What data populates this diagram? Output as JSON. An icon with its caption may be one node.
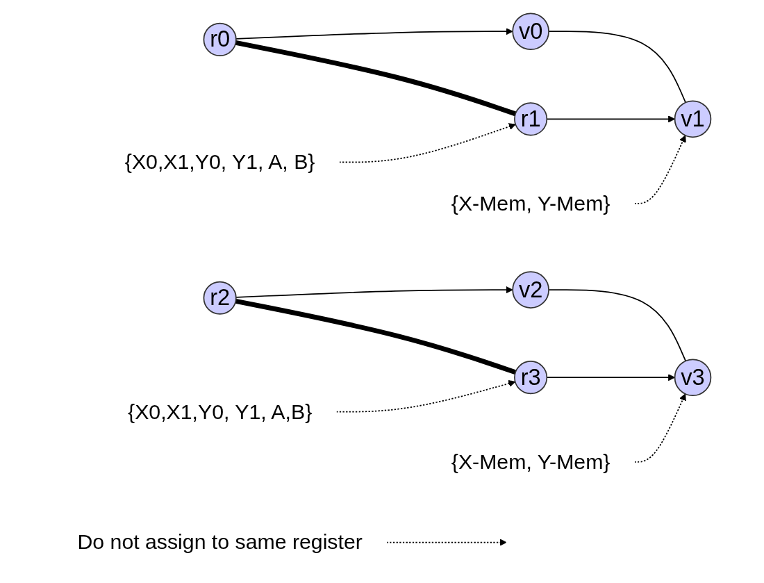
{
  "diagram": {
    "nodes": [
      {
        "text": [
          "v0"
        ]
      },
      {
        "text": [
          "v1"
        ]
      },
      {
        "text": [
          "{X-Mem, Y-Mem}"
        ]
      },
      {
        "text": [
          "r0"
        ]
      },
      {
        "text": [
          "r1"
        ]
      },
      {
        "text": [
          "{X0,X1,Y0, Y1, A, B}"
        ]
      },
      {
        "text": [
          "Do not assign to same register"
        ]
      },
      {
        "text": [
          "v2"
        ]
      },
      {
        "text": [
          "v3"
        ]
      },
      {
        "text": [
          "{X-Mem, Y-Mem}"
        ]
      },
      {
        "text": [
          "r2"
        ]
      },
      {
        "text": [
          "r3"
        ]
      },
      {
        "text": [
          "{X0,X1,Y0, Y1, A,B}"
        ]
      }
    ],
    "edges": [
      {
        "from": 0,
        "to": 1,
        "arrow": "none"
      },
      {
        "from": 3,
        "to": 0,
        "arrow": "to"
      },
      {
        "from": 4,
        "to": 1,
        "arrow": "to"
      },
      {
        "from": 3,
        "to": 4,
        "arrow": "none",
        "style": "thick"
      },
      {
        "from": 2,
        "to": 1,
        "arrow": "to",
        "style": "dashed"
      },
      {
        "from": 5,
        "to": 4,
        "arrow": "to",
        "style": "dashed"
      },
      {
        "from": 6,
        "to": null,
        "arrow": "to",
        "style": "dashed"
      },
      {
        "from": 7,
        "to": 8,
        "arrow": "none"
      },
      {
        "from": 10,
        "to": 7,
        "arrow": "to"
      },
      {
        "from": 11,
        "to": 8,
        "arrow": "to"
      },
      {
        "from": 10,
        "to": 11,
        "arrow": "none",
        "style": "thick"
      },
      {
        "from": 9,
        "to": 8,
        "arrow": "to",
        "style": "dashed"
      },
      {
        "from": 12,
        "to": 11,
        "arrow": "to",
        "style": "dashed"
      }
    ]
  }
}
